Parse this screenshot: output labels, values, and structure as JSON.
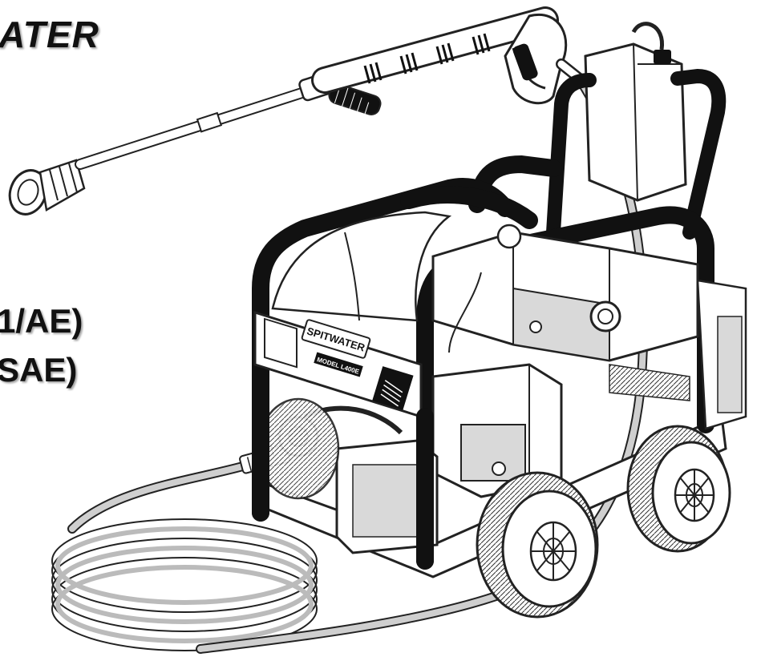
{
  "headings": {
    "brand_fragment": "ATER",
    "model_line_1": "1/AE)",
    "model_line_2": "SAE)"
  },
  "machine": {
    "brand_plate": "SPITWATER",
    "model_plate": "MODEL L400E"
  },
  "icons": {
    "illustration": "pressure-washer-illustration"
  },
  "colors": {
    "frame": "#111111",
    "body": "#ffffff",
    "panel_grey": "#d9d9d9",
    "hose": "#c8c8c8"
  }
}
